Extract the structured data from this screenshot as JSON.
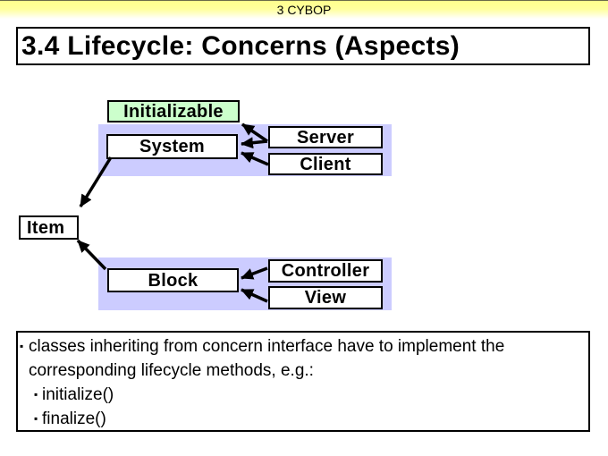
{
  "banner": {
    "text": "3 CYBOP"
  },
  "title": {
    "text": "3.4 Lifecycle: Concerns (Aspects)"
  },
  "diagram": {
    "nodes": {
      "initializable": {
        "label": "Initializable",
        "kind": "concern-interface"
      },
      "system": {
        "label": "System"
      },
      "server": {
        "label": "Server"
      },
      "client": {
        "label": "Client"
      },
      "item": {
        "label": "Item"
      },
      "block": {
        "label": "Block"
      },
      "controller": {
        "label": "Controller"
      },
      "view": {
        "label": "View"
      }
    },
    "edges": [
      {
        "from": "server",
        "to": "initializable"
      },
      {
        "from": "server",
        "to": "system"
      },
      {
        "from": "client",
        "to": "system"
      },
      {
        "from": "system",
        "to": "item"
      },
      {
        "from": "block",
        "to": "item"
      },
      {
        "from": "controller",
        "to": "block"
      },
      {
        "from": "view",
        "to": "block"
      }
    ]
  },
  "notes": {
    "marker": "▪",
    "bullets": [
      {
        "level": 1,
        "text": "classes inheriting from concern interface have to implement the corresponding lifecycle methods, e.g.:"
      },
      {
        "level": 2,
        "text": "initialize()"
      },
      {
        "level": 2,
        "text": "finalize()"
      }
    ]
  },
  "colors": {
    "banner_yellow": "#ffff99",
    "band_purple": "#ccccff",
    "interface_green": "#ccffcc",
    "line_black": "#000000"
  }
}
